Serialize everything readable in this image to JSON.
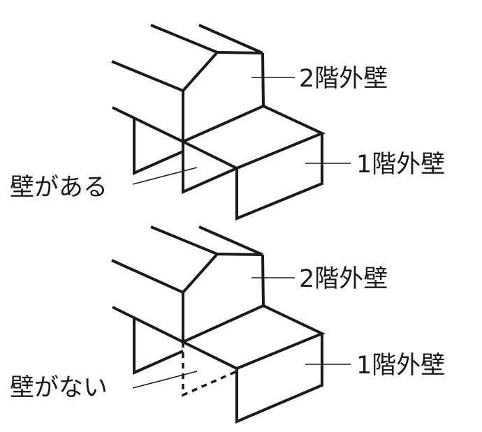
{
  "labels": {
    "top_second_floor_wall": "2階外壁",
    "top_first_floor_wall": "1階外壁",
    "top_callout": "壁がある",
    "bottom_second_floor_wall": "2階外壁",
    "bottom_first_floor_wall": "1階外壁",
    "bottom_callout": "壁がない"
  }
}
